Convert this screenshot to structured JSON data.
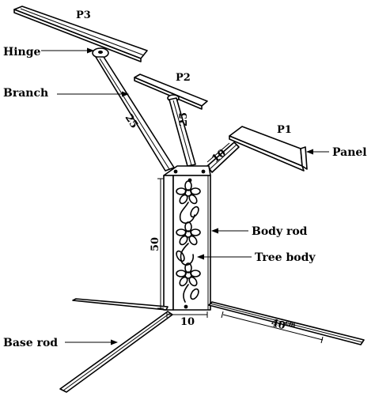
{
  "labels": {
    "p3": "P3",
    "p2": "P2",
    "p1": "P1",
    "hinge": "Hinge",
    "branch": "Branch",
    "panel": "Panel",
    "body_rod": "Body rod",
    "tree_body": "Tree body",
    "base_rod": "Base rod"
  },
  "dimensions": {
    "branch_left": "25",
    "branch_mid": "25",
    "branch_right": "10",
    "body_height": "50",
    "body_width": "10",
    "base_length": "40",
    "base_unit": "cm"
  }
}
